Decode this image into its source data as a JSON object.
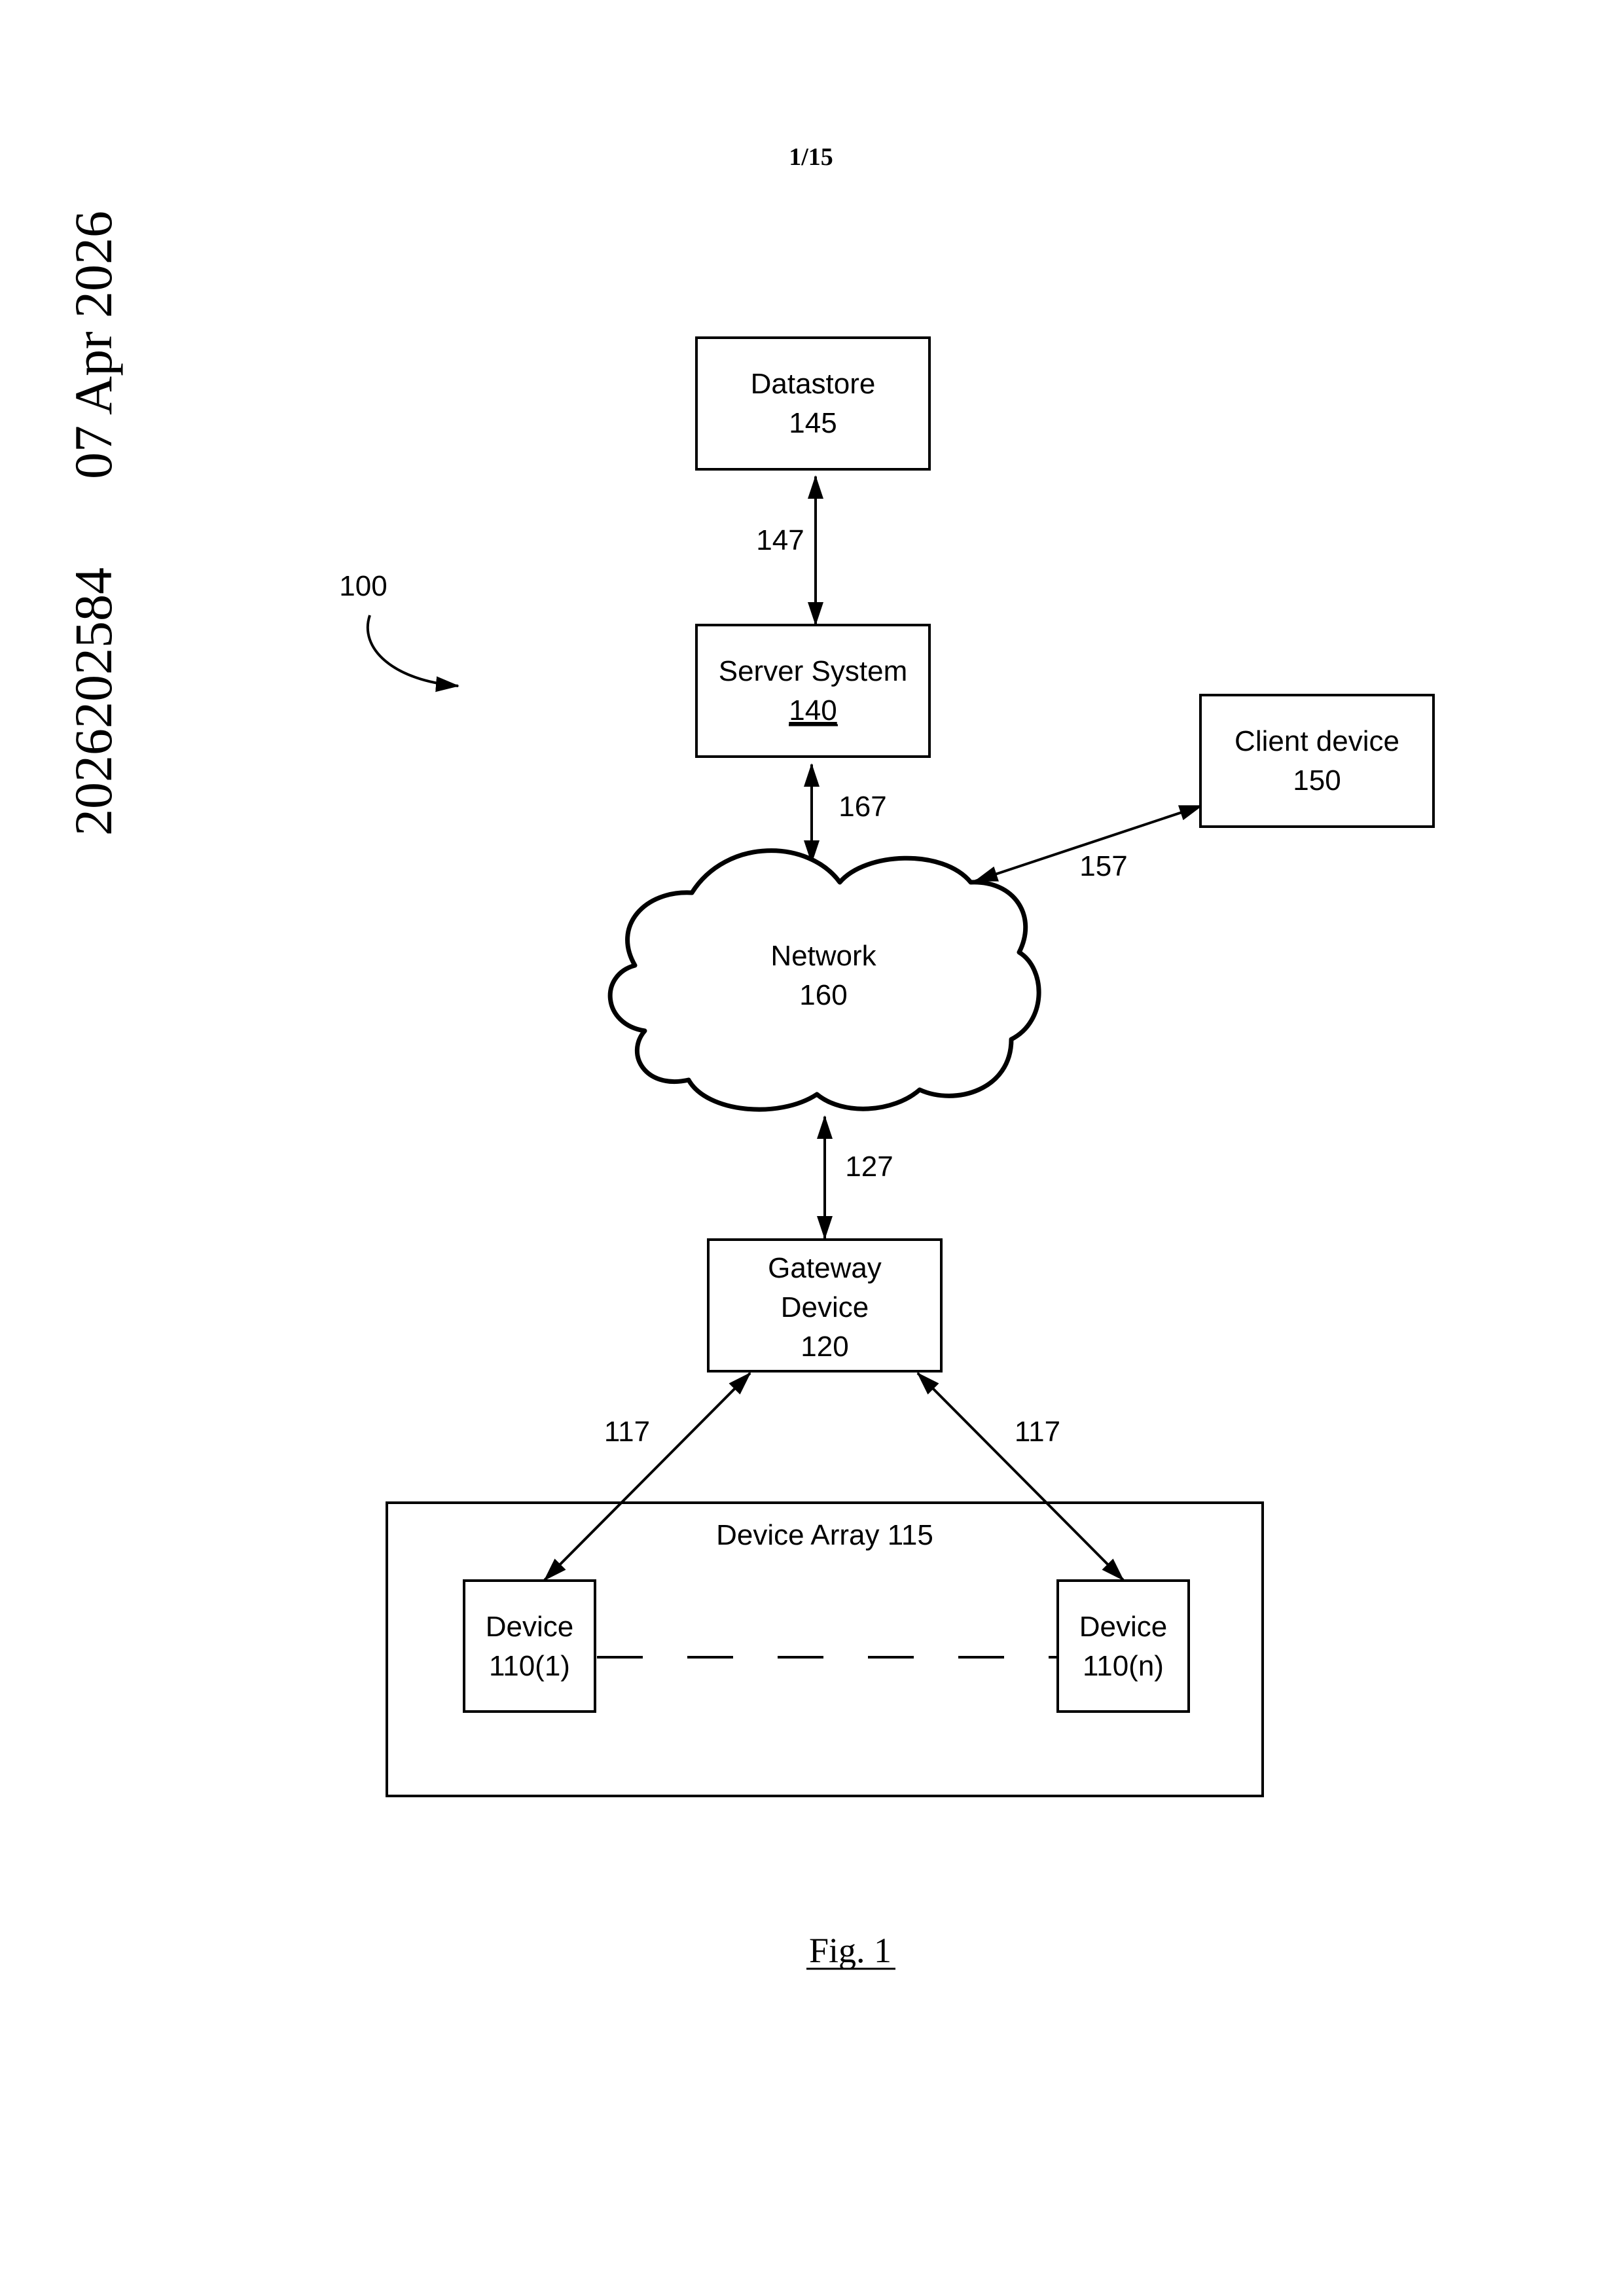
{
  "page": {
    "number": "1/15",
    "date": "07 Apr 2026",
    "doc_number": "2026202584"
  },
  "figure": {
    "ref": "100",
    "caption": "Fig. 1",
    "nodes": {
      "datastore": {
        "name": "Datastore",
        "num": "145"
      },
      "server": {
        "name": "Server System",
        "num": "140"
      },
      "client": {
        "name": "Client device",
        "num": "150"
      },
      "network": {
        "name": "Network",
        "num": "160"
      },
      "gateway": {
        "name1": "Gateway",
        "name2": "Device",
        "num": "120"
      },
      "array": {
        "label": "Device Array 115"
      },
      "device1": {
        "name": "Device",
        "num": "110(1)"
      },
      "devicen": {
        "name": "Device",
        "num": "110(n)"
      }
    },
    "links": {
      "datastore_server": "147",
      "server_network": "167",
      "client_network": "157",
      "network_gateway": "127",
      "gateway_device1": "117",
      "gateway_devicen": "117"
    }
  }
}
